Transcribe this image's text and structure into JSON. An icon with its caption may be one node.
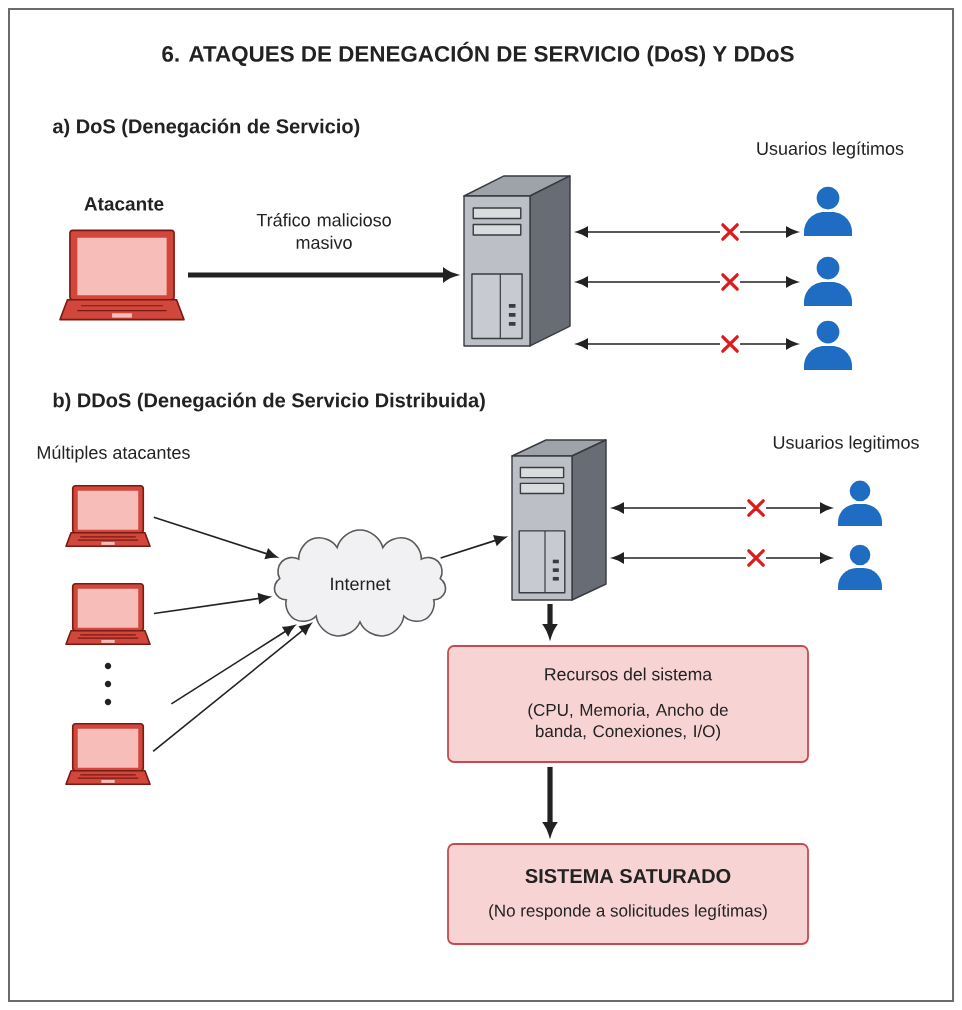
{
  "diagram": {
    "title": "6. ATAQUES DE DENEGACIÓN DE SERVICIO (DoS) Y DDoS",
    "nodes": [
      {
        "text": [],
        "shape": "picture",
        "beside": [
          "Atacante"
        ]
      },
      {
        "text": [],
        "shape": "picture"
      },
      {
        "text": [],
        "shape": "person"
      },
      {
        "text": [],
        "shape": "person"
      },
      {
        "text": [],
        "shape": "person"
      },
      {
        "text": [],
        "shape": "picture"
      },
      {
        "text": [],
        "shape": "picture"
      },
      {
        "text": [],
        "shape": "picture"
      },
      {
        "text": [
          "Internet"
        ]
      },
      {
        "text": [],
        "shape": "picture"
      },
      {
        "text": [],
        "shape": "person"
      },
      {
        "text": [],
        "shape": "person"
      },
      {
        "text": [
          "Recursos del sistema",
          "(CPU, Memoria, Ancho de banda, Conexiones, I/O)"
        ]
      },
      {
        "text": [
          "SISTEMA SATURADO",
          "(No responde a solicitudes legítimas)"
        ]
      }
    ],
    "edges": [
      {
        "from": 0,
        "to": 1,
        "arrow": "to",
        "label": "Tráfico malicioso masivo",
        "style": "thick"
      },
      {
        "from": 1,
        "to": 2,
        "arrow": "both"
      },
      {
        "from": 1,
        "to": 3,
        "arrow": "both"
      },
      {
        "from": 1,
        "to": 4,
        "arrow": "both"
      },
      {
        "from": 5,
        "to": 8,
        "arrow": "to"
      },
      {
        "from": 6,
        "to": 8,
        "arrow": "to"
      },
      {
        "from": null,
        "to": 8,
        "arrow": "to"
      },
      {
        "from": 7,
        "to": 8,
        "arrow": "to"
      },
      {
        "from": 8,
        "to": 9,
        "arrow": "to"
      },
      {
        "from": 9,
        "to": 10,
        "arrow": "both"
      },
      {
        "from": 9,
        "to": 11,
        "arrow": "both"
      },
      {
        "from": 9,
        "to": 12,
        "arrow": "to",
        "style": "thick"
      },
      {
        "from": 12,
        "to": 13,
        "arrow": "to",
        "style": "thick"
      }
    ],
    "labels": [
      "a) DoS (Denegación de Servicio)",
      "Usuarios legítimos",
      "b) DDoS (Denegación de Servicio Distribuida)",
      "Múltiples atacantes",
      "Usuarios legitimos"
    ]
  }
}
